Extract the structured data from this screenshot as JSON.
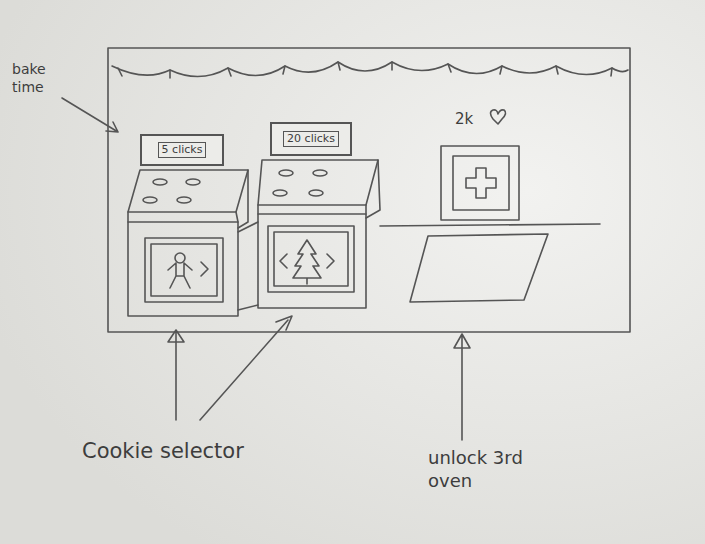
{
  "diagram": {
    "nodes": [
      {
        "text": [
          "5 clicks"
        ]
      },
      {
        "text": [
          "20 clicks"
        ]
      }
    ],
    "labels": [
      "bake time",
      "2k",
      "Cookie selector",
      "unlock 3rd oven"
    ]
  }
}
